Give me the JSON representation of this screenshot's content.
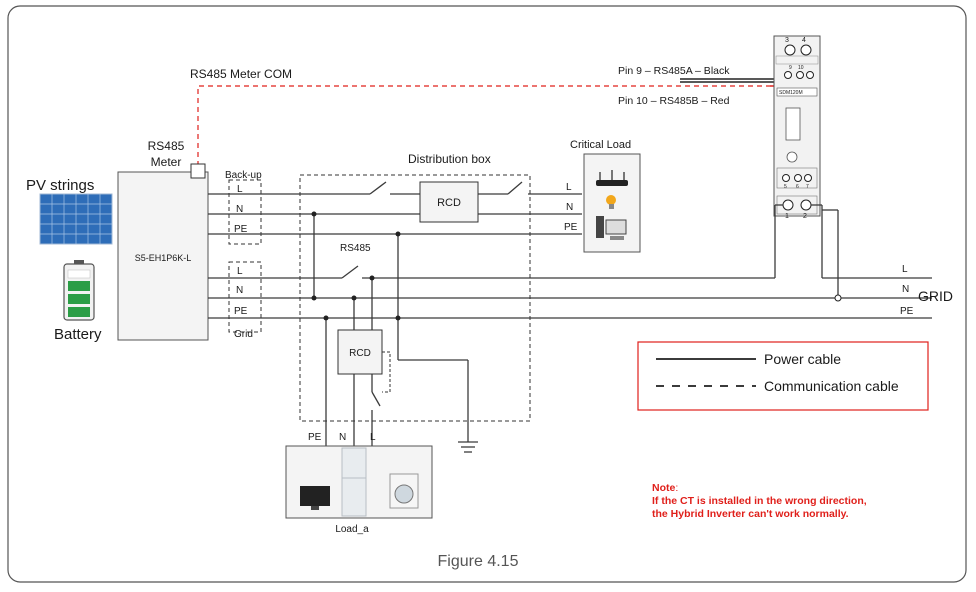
{
  "labels": {
    "rs485_meter_com": "RS485  Meter COM",
    "rs485_meter_line1": "RS485",
    "rs485_meter_line2": "Meter",
    "pv_strings": "PV strings",
    "battery": "Battery",
    "inverter_model": "S5-EH1P6K-L",
    "backup": "Back-up",
    "grid_port": "Grid",
    "L": "L",
    "N": "N",
    "PE": "PE",
    "distribution_box": "Distribution box",
    "rcd": "RCD",
    "rs485": "RS485",
    "critical_load": "Critical Load",
    "grid": "GRID",
    "load_a": "Load_a",
    "figure": "Figure 4.15"
  },
  "meter": {
    "pin9": "Pin 9 –   RS485A –  Black",
    "pin10": "Pin 10 –   RS485B –  Red",
    "model": "SDM120M",
    "term3": "3",
    "term4": "4",
    "term9": "9",
    "term10": "10",
    "term5": "5",
    "term6": "6",
    "term7": "7",
    "term1": "1",
    "term2": "2"
  },
  "legend": {
    "power": "Power cable",
    "comm": "Communication cable"
  },
  "note": {
    "title": "Note",
    "line1": "If the CT is installed in the wrong direction,",
    "line2": "the Hybrid Inverter can't work normally."
  },
  "colors": {
    "note_red": "#e0201b",
    "comm_red": "#e0201b",
    "line": "#3b3b3b",
    "box_bg": "#f4f4f4"
  }
}
